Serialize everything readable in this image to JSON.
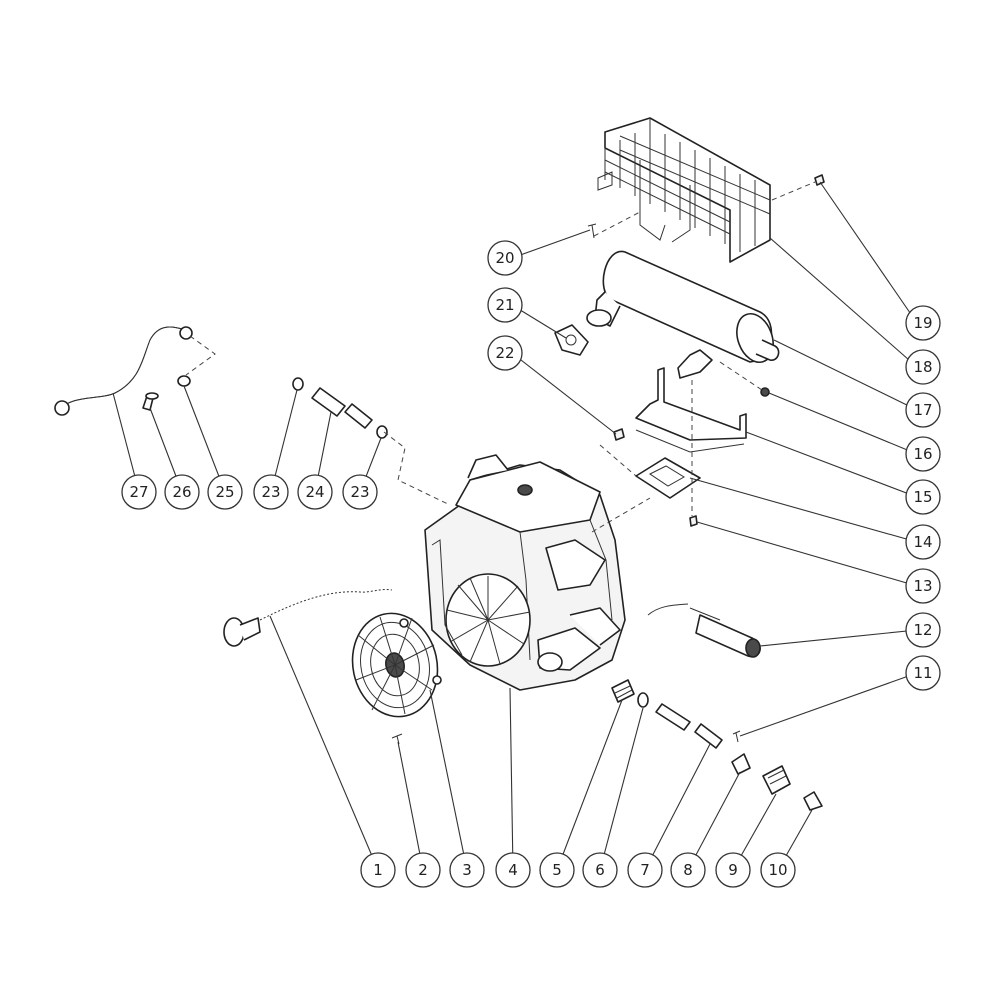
{
  "callouts": [
    {
      "id": "1",
      "label": "1"
    },
    {
      "id": "2",
      "label": "2"
    },
    {
      "id": "3",
      "label": "3"
    },
    {
      "id": "4",
      "label": "4"
    },
    {
      "id": "5",
      "label": "5"
    },
    {
      "id": "6",
      "label": "6"
    },
    {
      "id": "7",
      "label": "7"
    },
    {
      "id": "8",
      "label": "8"
    },
    {
      "id": "9",
      "label": "9"
    },
    {
      "id": "10",
      "label": "10"
    },
    {
      "id": "11",
      "label": "11"
    },
    {
      "id": "12",
      "label": "12"
    },
    {
      "id": "13",
      "label": "13"
    },
    {
      "id": "14",
      "label": "14"
    },
    {
      "id": "15",
      "label": "15"
    },
    {
      "id": "16",
      "label": "16"
    },
    {
      "id": "17",
      "label": "17"
    },
    {
      "id": "18",
      "label": "18"
    },
    {
      "id": "19",
      "label": "19"
    },
    {
      "id": "20",
      "label": "20"
    },
    {
      "id": "21",
      "label": "21"
    },
    {
      "id": "22",
      "label": "22"
    },
    {
      "id": "23a",
      "label": "23"
    },
    {
      "id": "24",
      "label": "24"
    },
    {
      "id": "23b",
      "label": "23"
    },
    {
      "id": "25",
      "label": "25"
    },
    {
      "id": "26",
      "label": "26"
    },
    {
      "id": "27",
      "label": "27"
    }
  ]
}
